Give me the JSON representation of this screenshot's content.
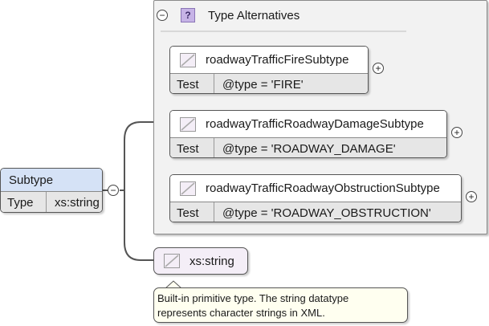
{
  "alternatives": {
    "title": "Type Alternatives",
    "items": [
      {
        "name": "roadwayTrafficFireSubtype",
        "test_key": "Test",
        "test_value": "@type = 'FIRE'"
      },
      {
        "name": "roadwayTrafficRoadwayDamageSubtype",
        "test_key": "Test",
        "test_value": "@type = 'ROADWAY_DAMAGE'"
      },
      {
        "name": "roadwayTrafficRoadwayObstructionSubtype",
        "test_key": "Test",
        "test_value": "@type = 'ROADWAY_OBSTRUCTION'"
      }
    ]
  },
  "element": {
    "name": "Subtype",
    "type_key": "Type",
    "type_value": "xs:string"
  },
  "simple_type": {
    "name": "xs:string",
    "documentation_line1": "Built-in primitive type. The string datatype",
    "documentation_line2": "represents character strings in XML."
  },
  "icons": {
    "collapse": "minus-circle-icon",
    "expand": "plus-circle-icon",
    "help": "question-icon",
    "type": "simple-type-icon"
  },
  "colors": {
    "element_header": "#d5e2f6",
    "panel": "#f2f2f2",
    "simple_type_bg": "#f4eef7",
    "tooltip_bg": "#fffff0",
    "help_icon": "#c6b3e6"
  }
}
